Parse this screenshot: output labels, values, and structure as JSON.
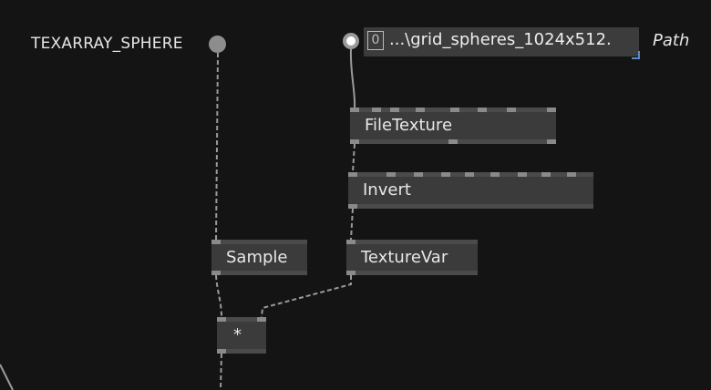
{
  "iobox": {
    "name": "TEXARRAY_SPHERE"
  },
  "path_input": {
    "slice_index": "0",
    "value": "...\\grid_spheres_1024x512.",
    "label": "Path"
  },
  "nodes": {
    "file_texture": "FileTexture",
    "invert": "Invert",
    "sample": "Sample",
    "texture_var": "TextureVar",
    "multiply": "*"
  },
  "colors": {
    "background": "#141414",
    "node": "#3b3b3b",
    "pin": "#8a8a8a",
    "link": "#9a9a9a",
    "text": "#e8e8e8"
  }
}
